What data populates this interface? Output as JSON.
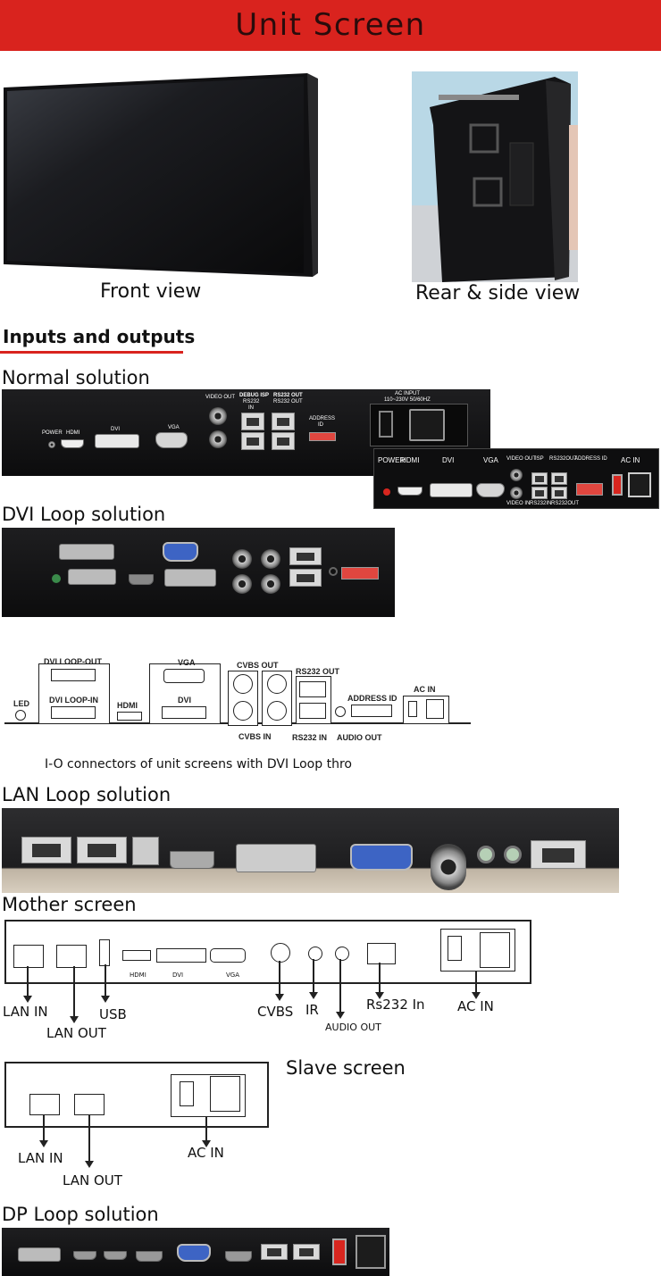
{
  "banner": {
    "title": "Unit Screen",
    "color": "#d9231e"
  },
  "views": {
    "front": "Front view",
    "rear": "Rear & side view"
  },
  "io_heading": "Inputs and outputs",
  "normal": {
    "title": "Normal solution",
    "photo_labels": {
      "power": "POWER",
      "hdmi": "HDMI",
      "dvi": "DVI",
      "vga": "VGA",
      "video_out": "VIDEO OUT",
      "debug": "DEBUG ISP",
      "rs232": "RS232",
      "in": "IN",
      "rs232out1": "RS232 OUT",
      "rs232out2": "RS232 OUT",
      "address": "ADDRESS",
      "id": "ID",
      "acinput": "AC INPUT",
      "acvolt": "110~230V 50/60HZ"
    },
    "inset_labels": {
      "power": "POWER",
      "hdmi": "HDMI",
      "dvi": "DVI",
      "vga": "VGA",
      "video_out": "VIDEO OUT",
      "isp": "ISP",
      "rs232out": "RS232OUT",
      "address": "ADDRESS ID",
      "acin": "AC IN",
      "video_in": "VIDEO IN",
      "rs232in": "RS232IN",
      "rs232out2": "RS232OUT"
    }
  },
  "dvi_loop": {
    "title": "DVI Loop solution",
    "diagram": {
      "dvi_loop_out": "DVI LOOP-OUT",
      "dvi_loop_in": "DVI   LOOP-IN",
      "led": "LED",
      "hdmi": "HDMI",
      "vga": "VGA",
      "dvi": "DVI",
      "cvbs_out": "CVBS OUT",
      "cvbs_in": "CVBS IN",
      "rs232_out": "RS232 OUT",
      "rs232_in": "RS232 IN",
      "audio_out": "AUDIO OUT",
      "address_id": "ADDRESS ID",
      "ac_in": "AC IN"
    },
    "caption": "I-O connectors of unit screens with DVI Loop thro"
  },
  "lan_loop": {
    "title": "LAN Loop solution"
  },
  "mother": {
    "title": "Mother screen",
    "small": {
      "hdmi": "HDMI",
      "dvi": "DVI",
      "vga": "VGA"
    },
    "labels": {
      "lan_in": "LAN IN",
      "lan_out": "LAN OUT",
      "usb": "USB",
      "cvbs": "CVBS",
      "ir": "IR",
      "audio_out": "AUDIO OUT",
      "rs232_in": "Rs232 In",
      "ac_in": "AC IN"
    }
  },
  "slave": {
    "title": "Slave screen",
    "labels": {
      "lan_in": "LAN IN",
      "lan_out": "LAN OUT",
      "ac_in": "AC IN"
    }
  },
  "dp_loop": {
    "title": "DP Loop solution"
  }
}
